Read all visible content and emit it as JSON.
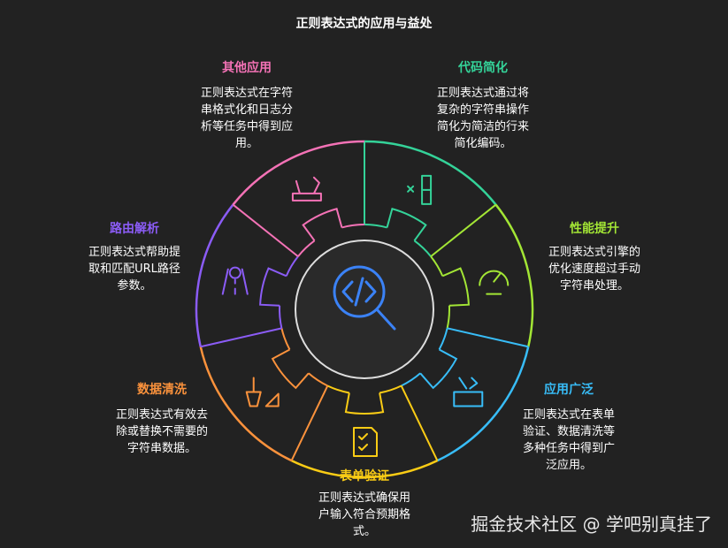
{
  "title": "正则表达式的应用与益处",
  "items": [
    {
      "label": "代码简化",
      "color": "#34d399",
      "icon": "code-structure-icon",
      "desc": [
        "正则表达式通过将",
        "复杂的字符串操作",
        "简化为简洁的行来",
        "简化编码。"
      ]
    },
    {
      "label": "性能提升",
      "color": "#a3e635",
      "icon": "speedometer-icon",
      "desc": [
        "正则表达式引擎的",
        "优化速度超过手动",
        "字符串处理。"
      ]
    },
    {
      "label": "应用广泛",
      "color": "#38bdf8",
      "icon": "toolbox-icon",
      "desc": [
        "正则表达式在表单",
        "验证、数据清洗等",
        "多种任务中得到广",
        "泛应用。"
      ]
    },
    {
      "label": "表单验证",
      "color": "#facc15",
      "icon": "form-check-icon",
      "desc": [
        "正则表达式确保用",
        "户输入符合预期格",
        "式。"
      ]
    },
    {
      "label": "数据清洗",
      "color": "#fb923c",
      "icon": "broom-icon",
      "desc": [
        "正则表达式有效去",
        "除或替换不需要的",
        "字符串数据。"
      ]
    },
    {
      "label": "路由解析",
      "color": "#8b5cf6",
      "icon": "route-pin-icon",
      "desc": [
        "正则表达式帮助提",
        "取和匹配URL路径",
        "参数。"
      ]
    },
    {
      "label": "其他应用",
      "color": "#f472b6",
      "icon": "multitool-icon",
      "desc": [
        "正则表达式在字符",
        "串格式化和日志分",
        "析等任务中得到应",
        "用。"
      ]
    }
  ],
  "center": {
    "icon": "code-search-icon",
    "color": "#3b82f6"
  },
  "watermark": "掘金技术社区 @ 学吧别真挂了"
}
